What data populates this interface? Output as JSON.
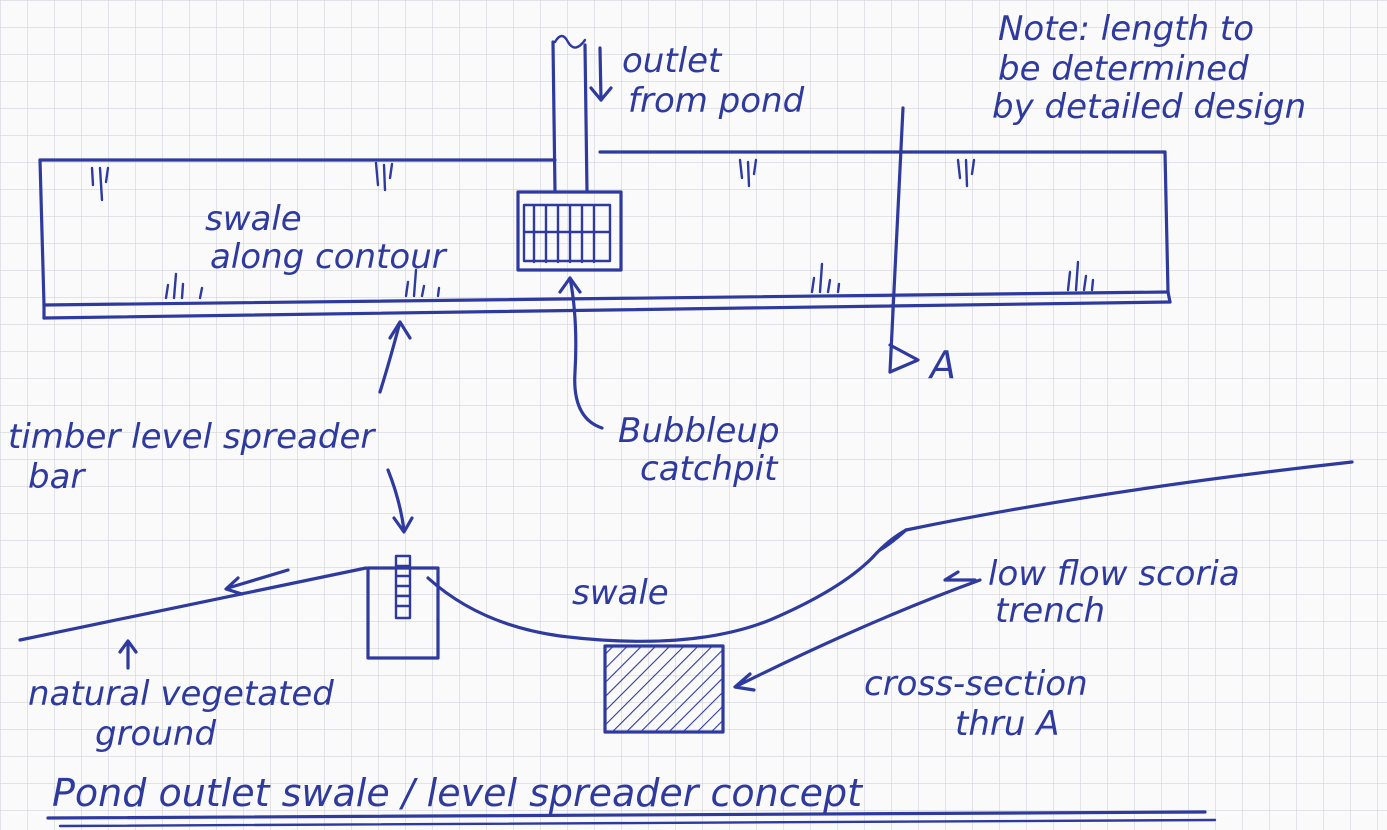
{
  "note": [
    "Note: length to",
    "be determined",
    "by detailed design"
  ],
  "outlet_label": [
    "outlet",
    "from pond"
  ],
  "swale_plan_label": [
    "swale",
    "along contour"
  ],
  "section_marker": "A",
  "spreader_label": [
    "timber level spreader",
    "bar"
  ],
  "catchpit_label": [
    "Bubbleup",
    "catchpit"
  ],
  "swale_section_label": "swale",
  "trench_label": [
    "low flow scoria",
    "trench"
  ],
  "ground_label": [
    "natural vegetated",
    "ground"
  ],
  "cross_section_label": [
    "cross-section",
    "thru A"
  ],
  "title": "Pond outlet swale / level spreader concept",
  "colors": {
    "ink": "#2e3a9e",
    "grid": "#c9ccd6",
    "paper": "#fafafa"
  }
}
